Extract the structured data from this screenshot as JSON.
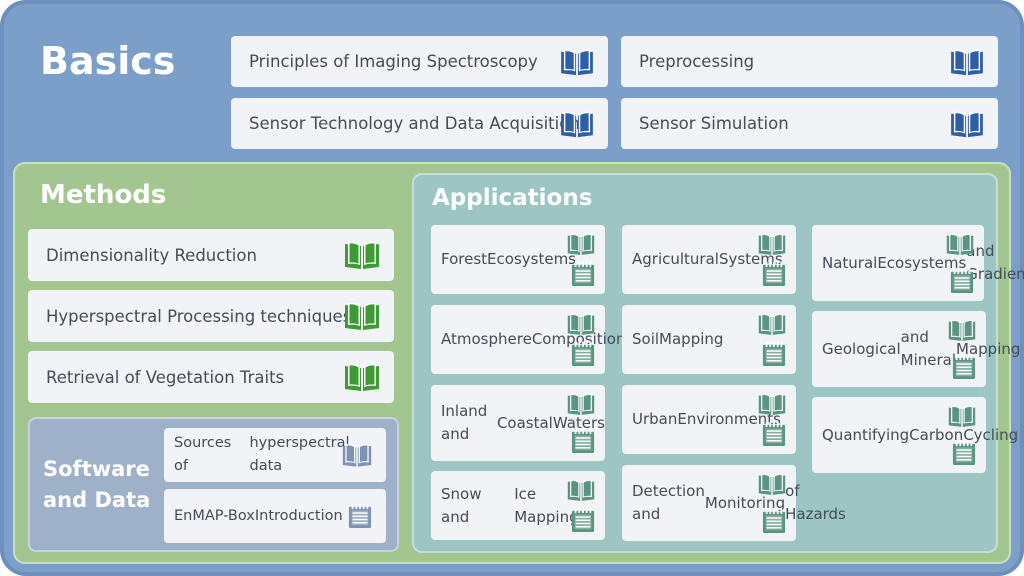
{
  "colors": {
    "basics_bg": "#7b9fc9",
    "methods_bg": "#a3c690",
    "applications_bg": "#9dc5c4",
    "software_bg": "#9fb0c9",
    "card_bg": "#f1f3f7",
    "book_blue": "#2f5ea8",
    "book_green": "#3e9a35",
    "book_teal": "#5c9483",
    "book_grey": "#7d93b4"
  },
  "basics": {
    "title": "Basics",
    "items": [
      {
        "label": "Principles of Imaging Spectroscopy",
        "icon": "book-icon"
      },
      {
        "label": "Preprocessing",
        "icon": "book-icon"
      },
      {
        "label": "Sensor Technology and Data Acquisition",
        "icon": "book-icon"
      },
      {
        "label": "Sensor Simulation",
        "icon": "book-icon"
      }
    ]
  },
  "methods": {
    "title": "Methods",
    "items": [
      {
        "label": "Dimensionality Reduction",
        "icon": "book-icon"
      },
      {
        "label": "Hyperspectral Processing techniques",
        "icon": "book-icon"
      },
      {
        "label": "Retrieval of Vegetation Traits",
        "icon": "book-icon"
      }
    ]
  },
  "software": {
    "title_line1": "Software",
    "title_line2": "and Data",
    "items": [
      {
        "line1": "Sources of",
        "line2": "hyperspectral data",
        "icon": "book-icon"
      },
      {
        "line1": "EnMAP-Box",
        "line2": "Introduction",
        "icon": "notepad-icon"
      }
    ]
  },
  "applications": {
    "title": "Applications",
    "items": [
      {
        "lines": [
          "Forest",
          "Ecosystems"
        ]
      },
      {
        "lines": [
          "Agricultural",
          "Systems"
        ]
      },
      {
        "lines": [
          "Natural",
          "Ecosystems",
          "and Gradients"
        ]
      },
      {
        "lines": [
          "Atmosphere",
          "Composition"
        ]
      },
      {
        "lines": [
          "Soil",
          "Mapping"
        ]
      },
      {
        "lines": [
          "Geological",
          "and Mineral",
          "Mapping"
        ]
      },
      {
        "lines": [
          "Inland and",
          "Coastal",
          "Waters"
        ]
      },
      {
        "lines": [
          "Urban",
          "Environments"
        ]
      },
      {
        "lines": [
          "Quantifying",
          "Carbon",
          "Cycling"
        ]
      },
      {
        "lines": [
          "Snow and",
          "Ice Mapping"
        ]
      },
      {
        "lines": [
          "Detection and",
          "Monitoring",
          "of Hazards"
        ]
      }
    ]
  }
}
